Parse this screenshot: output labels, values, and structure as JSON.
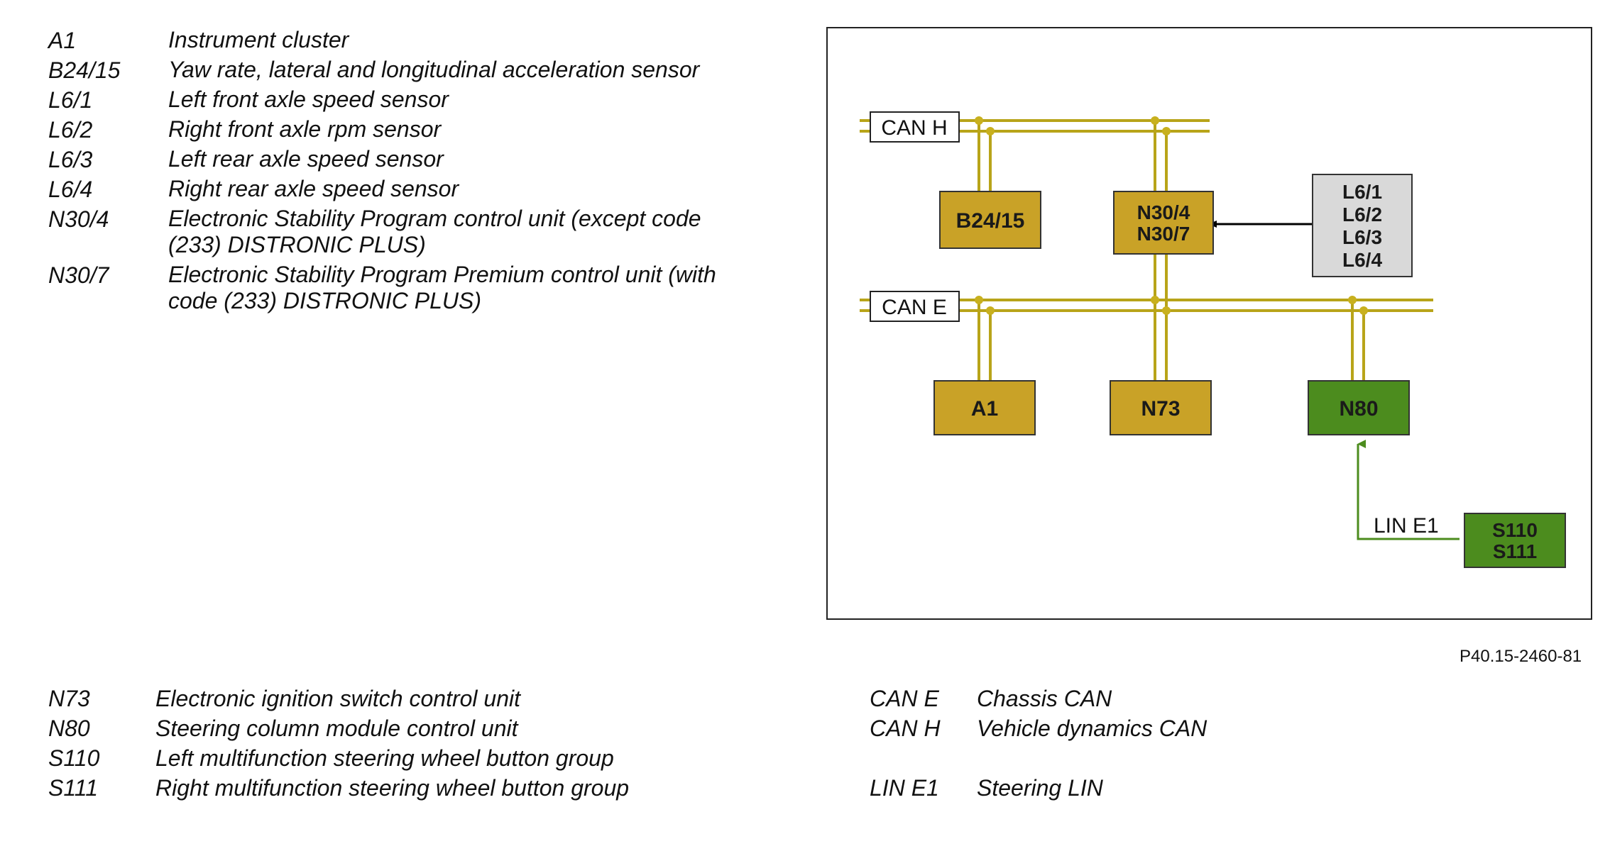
{
  "legend_top": [
    {
      "code": "A1",
      "desc": "Instrument cluster"
    },
    {
      "code": "B24/15",
      "desc": "Yaw rate, lateral and longitudinal acceleration sensor"
    },
    {
      "code": "L6/1",
      "desc": "Left front axle speed sensor"
    },
    {
      "code": "L6/2",
      "desc": "Right front axle rpm sensor"
    },
    {
      "code": "L6/3",
      "desc": "Left rear axle speed sensor"
    },
    {
      "code": "L6/4",
      "desc": "Right rear axle speed sensor"
    },
    {
      "code": "N30/4",
      "desc": "Electronic Stability Program control unit (except code (233) DISTRONIC PLUS)"
    },
    {
      "code": "N30/7",
      "desc": "Electronic Stability Program Premium control unit (with code (233) DISTRONIC PLUS)"
    }
  ],
  "legend_bottom_left": [
    {
      "code": "N73",
      "desc": "Electronic ignition switch control unit"
    },
    {
      "code": "N80",
      "desc": "Steering column module control unit"
    },
    {
      "code": "S110",
      "desc": "Left multifunction steering wheel button group"
    },
    {
      "code": "S111",
      "desc": "Right multifunction steering wheel button group"
    }
  ],
  "legend_bottom_right": [
    {
      "code": "CAN E",
      "desc": "Chassis CAN"
    },
    {
      "code": "CAN H",
      "desc": "Vehicle dynamics CAN"
    },
    {
      "code": "LIN E1",
      "desc": "Steering LIN"
    }
  ],
  "diagram": {
    "bus_labels": {
      "can_h": "CAN H",
      "can_e": "CAN E",
      "lin_e1": "LIN E1"
    },
    "boxes": {
      "b24_15": [
        "B24/15"
      ],
      "n30": [
        "N30/4",
        "N30/7"
      ],
      "l6": [
        "L6/1",
        "L6/2",
        "L6/3",
        "L6/4"
      ],
      "a1": [
        "A1"
      ],
      "n73": [
        "N73"
      ],
      "n80": [
        "N80"
      ],
      "s110_s111": [
        "S110",
        "S111"
      ]
    },
    "colors": {
      "bus_line": "#b8a419",
      "node_dot": "#c8b01e",
      "module_fill": "#c9a227",
      "green_fill": "#4c8c1e",
      "sensor_fill": "#d9d9d9",
      "lin_line": "#4c8c1e"
    }
  },
  "figure_ref": "P40.15-2460-81"
}
